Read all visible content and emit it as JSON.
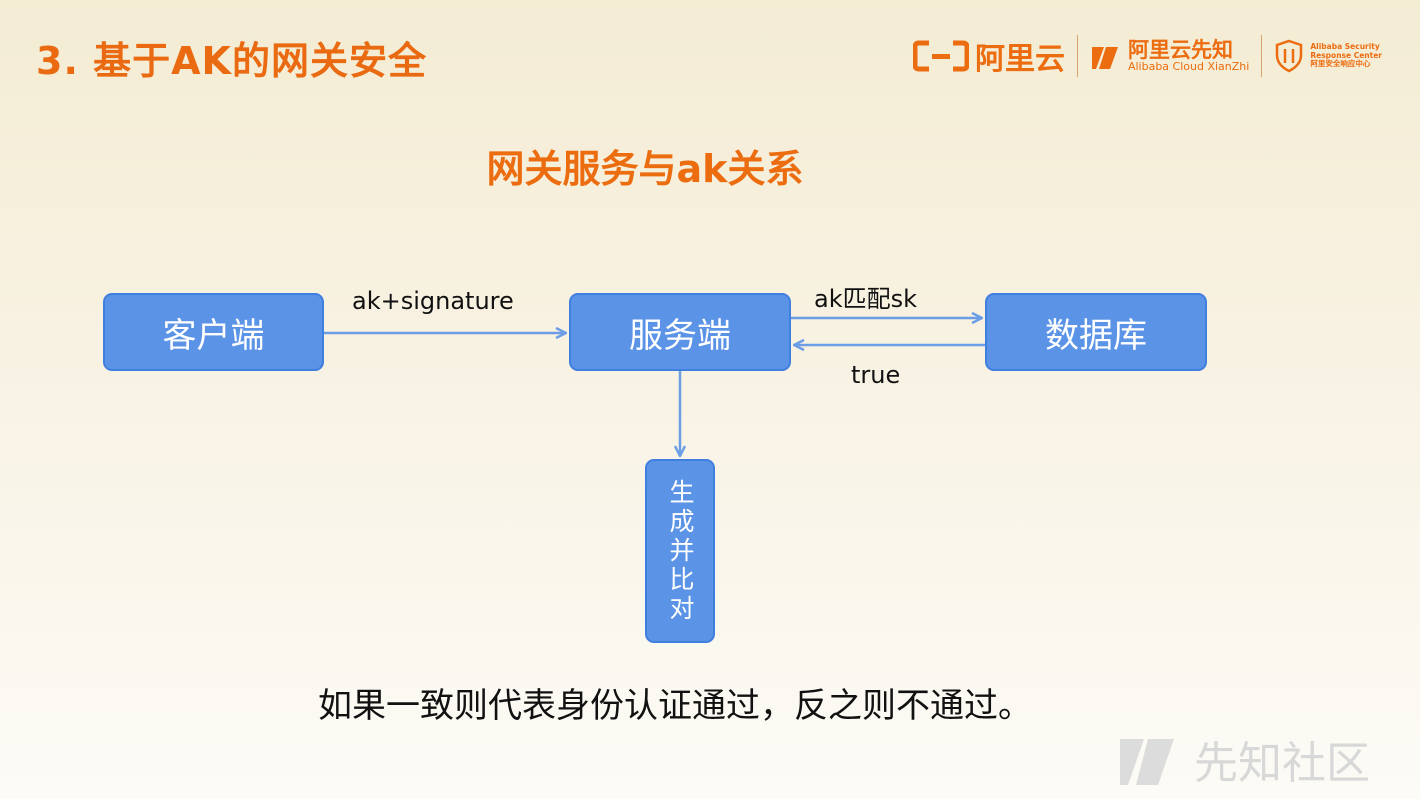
{
  "slide": {
    "title": "3. 基于AK的网关安全"
  },
  "logos": {
    "aliyun": "阿里云",
    "xianzhi_cn": "阿里云先知",
    "xianzhi_en": "Alibaba Cloud XianZhi",
    "asrc_line1": "Alibaba Security",
    "asrc_line2": "Response Center",
    "asrc_line3": "阿里安全响应中心"
  },
  "diagram": {
    "title": "网关服务与ak关系",
    "nodes": {
      "client": "客户端",
      "server": "服务端",
      "database": "数据库",
      "generate": "生成并比对"
    },
    "edges": {
      "client_to_server": "ak+signature",
      "server_to_db": "ak匹配sk",
      "db_to_server": "true"
    }
  },
  "conclusion": "如果一致则代表身份认证通过，反之则不通过。",
  "watermark": "先知社区",
  "colors": {
    "accent": "#ec6c10",
    "node_fill": "#5b93e6",
    "node_border": "#3f7fe0",
    "arrow": "#6c9ee6"
  }
}
